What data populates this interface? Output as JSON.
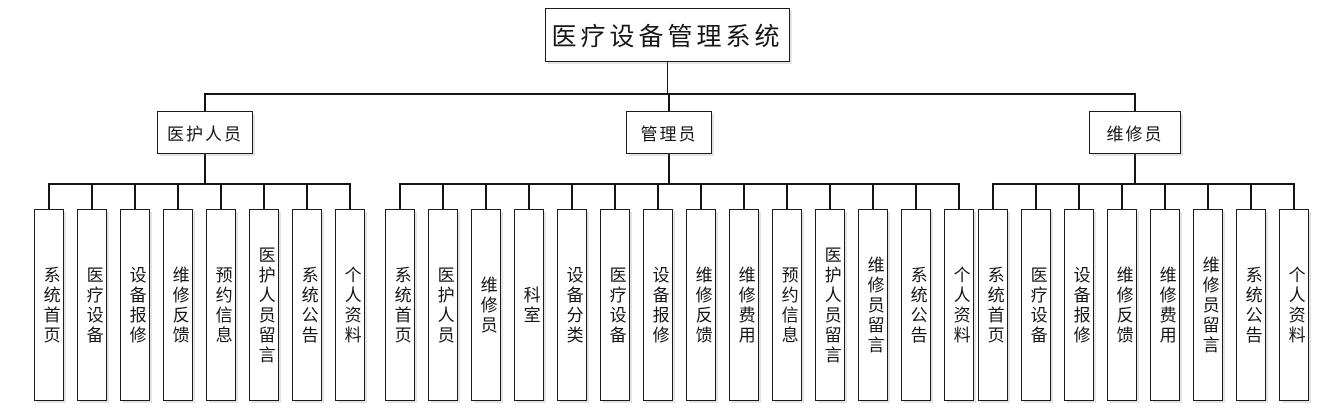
{
  "diagram": {
    "title": "医疗设备管理系统",
    "type": "system-function-tree",
    "root": {
      "label": "医疗设备管理系统"
    },
    "branches": [
      {
        "label": "医护人员",
        "leaves": [
          "系统首页",
          "医疗设备",
          "设备报修",
          "维修反馈",
          "预约信息",
          "医护人员留言",
          "系统公告",
          "个人资料"
        ]
      },
      {
        "label": "管理员",
        "leaves": [
          "系统首页",
          "医护人员",
          "维修员",
          "科室",
          "设备分类",
          "医疗设备",
          "设备报修",
          "维修反馈",
          "维修费用",
          "预约信息",
          "医护人员留言",
          "维修员留言",
          "系统公告",
          "个人资料"
        ]
      },
      {
        "label": "维修员",
        "leaves": [
          "系统首页",
          "医疗设备",
          "设备报修",
          "维修反馈",
          "维修费用",
          "维修员留言",
          "系统公告",
          "个人资料"
        ]
      }
    ],
    "colors": {
      "line": "#141414",
      "border": "#1b1b1b",
      "text": "#16161a",
      "background": "#ffffff"
    }
  }
}
